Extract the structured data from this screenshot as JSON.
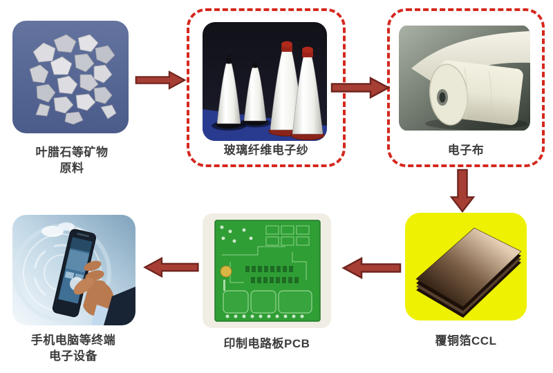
{
  "diagram": {
    "description": "Production chain flow diagram from mineral raw material to terminal electronic devices",
    "nodes": {
      "minerals": {
        "label": "叶腊石等矿物\n原料"
      },
      "yarn": {
        "label": "玻璃纤维电子纱"
      },
      "cloth": {
        "label": "电子布"
      },
      "ccl": {
        "label": "覆铜箔CCL"
      },
      "pcb": {
        "label": "印制电路板PCB"
      },
      "devices": {
        "label": "手机电脑等终端\n电子设备"
      }
    },
    "arrows": [
      {
        "from": "minerals",
        "to": "yarn",
        "direction": "right"
      },
      {
        "from": "yarn",
        "to": "cloth",
        "direction": "right"
      },
      {
        "from": "cloth",
        "to": "ccl",
        "direction": "down"
      },
      {
        "from": "ccl",
        "to": "pcb",
        "direction": "left"
      },
      {
        "from": "pcb",
        "to": "devices",
        "direction": "left"
      }
    ],
    "highlighted_nodes": [
      "yarn",
      "cloth"
    ],
    "colors": {
      "arrow_fill": "#a63e34",
      "arrow_outline": "#6f241e",
      "dashed_highlight": "#d5281e",
      "ccl_background": "#eef102",
      "label_text": "#3c3c3c",
      "page_background": "#ffffff"
    }
  }
}
